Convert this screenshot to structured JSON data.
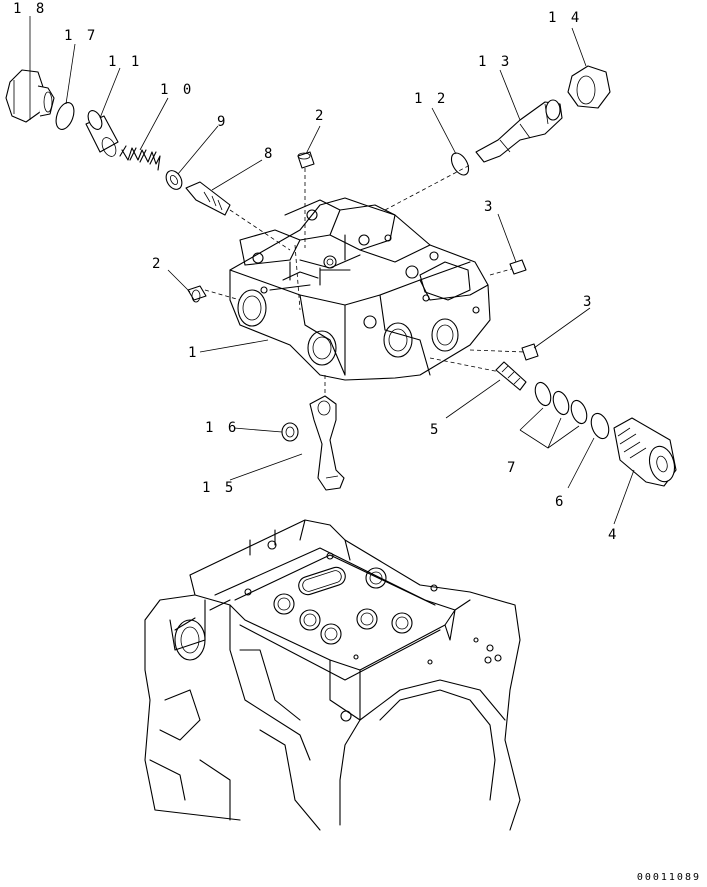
{
  "callouts": [
    {
      "id": "18",
      "label": "1 8"
    },
    {
      "id": "17",
      "label": "1 7"
    },
    {
      "id": "11",
      "label": "1 1"
    },
    {
      "id": "10",
      "label": "1 0"
    },
    {
      "id": "9",
      "label": "9"
    },
    {
      "id": "8",
      "label": "8"
    },
    {
      "id": "2a",
      "label": "2"
    },
    {
      "id": "2b",
      "label": "2"
    },
    {
      "id": "12",
      "label": "1 2"
    },
    {
      "id": "13",
      "label": "1 3"
    },
    {
      "id": "14",
      "label": "1 4"
    },
    {
      "id": "3a",
      "label": "3"
    },
    {
      "id": "3b",
      "label": "3"
    },
    {
      "id": "1",
      "label": "1"
    },
    {
      "id": "5",
      "label": "5"
    },
    {
      "id": "16",
      "label": "1 6"
    },
    {
      "id": "15",
      "label": "1 5"
    },
    {
      "id": "7",
      "label": "7"
    },
    {
      "id": "6",
      "label": "6"
    },
    {
      "id": "4",
      "label": "4"
    }
  ],
  "document_code": "00011089"
}
